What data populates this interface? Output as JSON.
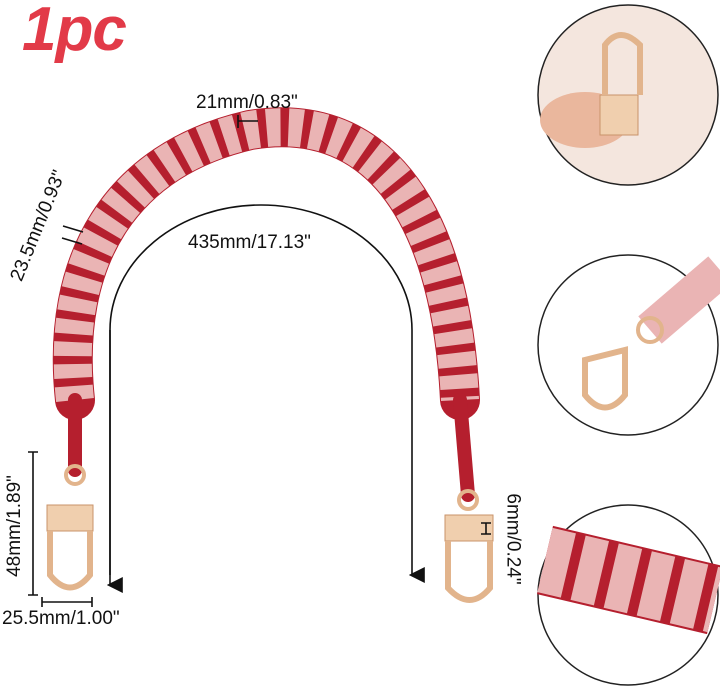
{
  "title": "1pc",
  "dimensions": {
    "link_width": "21mm/0.83\"",
    "strap_thickness": "23.5mm/0.93\"",
    "length": "435mm/17.13\"",
    "clasp_length": "48mm/1.89\"",
    "clasp_width": "25.5mm/1.00\"",
    "clasp_opening": "6mm/0.24\""
  },
  "colors": {
    "title": "#e23a48",
    "leather_pink": "#e9b3b3",
    "leather_red": "#b51f2e",
    "metal_gold": "#e9c09a"
  }
}
